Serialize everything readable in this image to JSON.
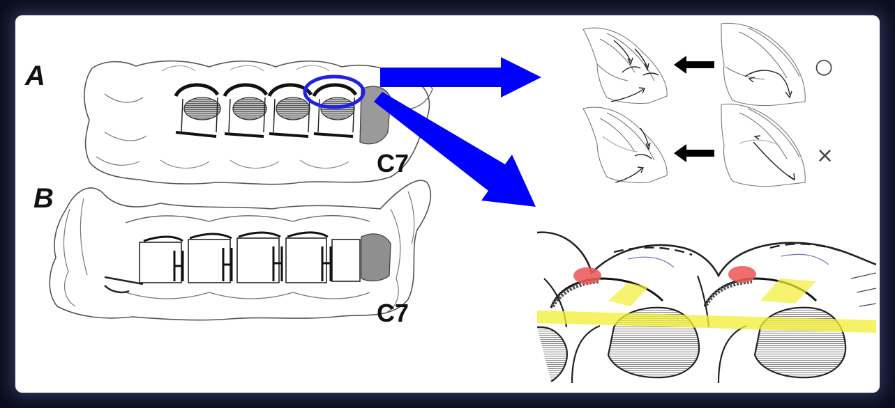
{
  "figure": {
    "panel_a_label": "A",
    "panel_b_label": "B",
    "panel_a_c7": "C7",
    "panel_b_c7": "C7",
    "valid_symbol": "○",
    "invalid_symbol": "×"
  },
  "colors": {
    "arrow": "#0000ff",
    "highlight_circle": "#1e22e6",
    "yellow_band": "#f2ee3a",
    "red_marker": "#ec5a5a",
    "frame": "#0b0d1e"
  },
  "icons": {
    "pointer_arrow": "big-blue-arrow-icon",
    "transition_arrow": "black-left-arrow-icon"
  }
}
